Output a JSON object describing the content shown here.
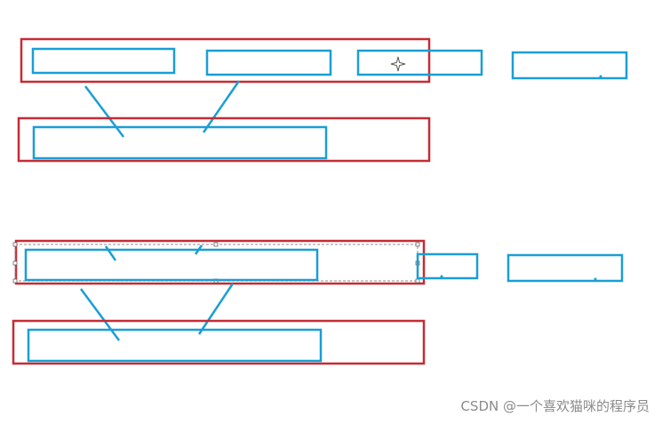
{
  "colors": {
    "container_border": "#c62b34",
    "box_border": "#1a9ed6",
    "selection_border": "#8c8c8c",
    "watermark": "#8a8a8a"
  },
  "diagram": {
    "top_group": {
      "container_rows": 2,
      "row1_child_boxes": 2,
      "outside_boxes": 2
    },
    "bottom_group": {
      "container_rows": 2,
      "row1_child_boxes": 1,
      "outside_boxes": 2,
      "selected": true
    }
  },
  "watermark": {
    "text": "CSDN @一个喜欢猫咪的程序员"
  }
}
